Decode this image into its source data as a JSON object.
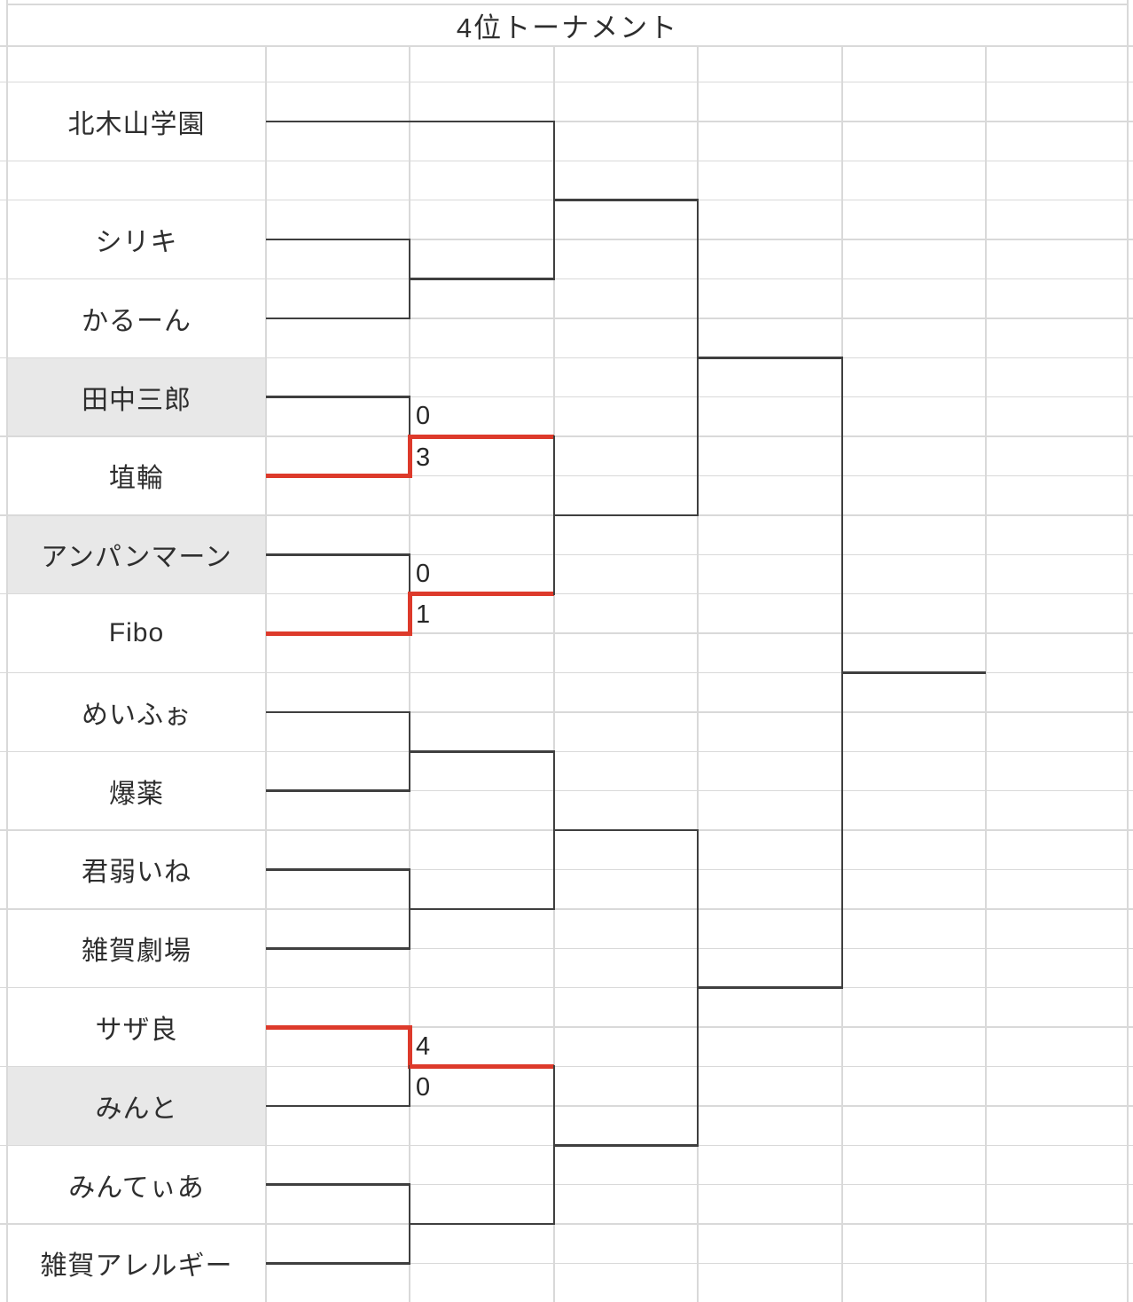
{
  "title": "4位トーナメント",
  "colors": {
    "grid_line": "#d9d9d9",
    "bracket_line": "#3f3f3f",
    "winner_line": "#dd3a2b",
    "eliminated_fill": "#e8e8e8",
    "text": "#2e2e2e"
  },
  "teams": [
    {
      "name": "北木山学園",
      "eliminated": false
    },
    {
      "name": "シリキ",
      "eliminated": false
    },
    {
      "name": "かるーん",
      "eliminated": false
    },
    {
      "name": "田中三郎",
      "eliminated": true
    },
    {
      "name": "埴輪",
      "eliminated": false
    },
    {
      "name": "アンパンマーン",
      "eliminated": true
    },
    {
      "name": "Fibo",
      "eliminated": false
    },
    {
      "name": "めいふぉ",
      "eliminated": false
    },
    {
      "name": "爆薬",
      "eliminated": false
    },
    {
      "name": "君弱いね",
      "eliminated": false
    },
    {
      "name": "雑賀劇場",
      "eliminated": false
    },
    {
      "name": "サザ良",
      "eliminated": false
    },
    {
      "name": "みんと",
      "eliminated": true
    },
    {
      "name": "みんてぃあ",
      "eliminated": false
    },
    {
      "name": "雑賀アレルギー",
      "eliminated": false
    }
  ],
  "bye_team_index": 0,
  "round1_matches": [
    {
      "slots": [
        1,
        2
      ],
      "winner": null,
      "score_top": "",
      "score_bottom": ""
    },
    {
      "slots": [
        3,
        4
      ],
      "winner": "bottom",
      "score_top": "0",
      "score_bottom": "3"
    },
    {
      "slots": [
        5,
        6
      ],
      "winner": "bottom",
      "score_top": "0",
      "score_bottom": "1"
    },
    {
      "slots": [
        7,
        8
      ],
      "winner": null,
      "score_top": "",
      "score_bottom": ""
    },
    {
      "slots": [
        9,
        10
      ],
      "winner": null,
      "score_top": "",
      "score_bottom": ""
    },
    {
      "slots": [
        11,
        12
      ],
      "winner": "top",
      "score_top": "4",
      "score_bottom": "0"
    },
    {
      "slots": [
        13,
        14
      ],
      "winner": null,
      "score_top": "",
      "score_bottom": ""
    }
  ]
}
